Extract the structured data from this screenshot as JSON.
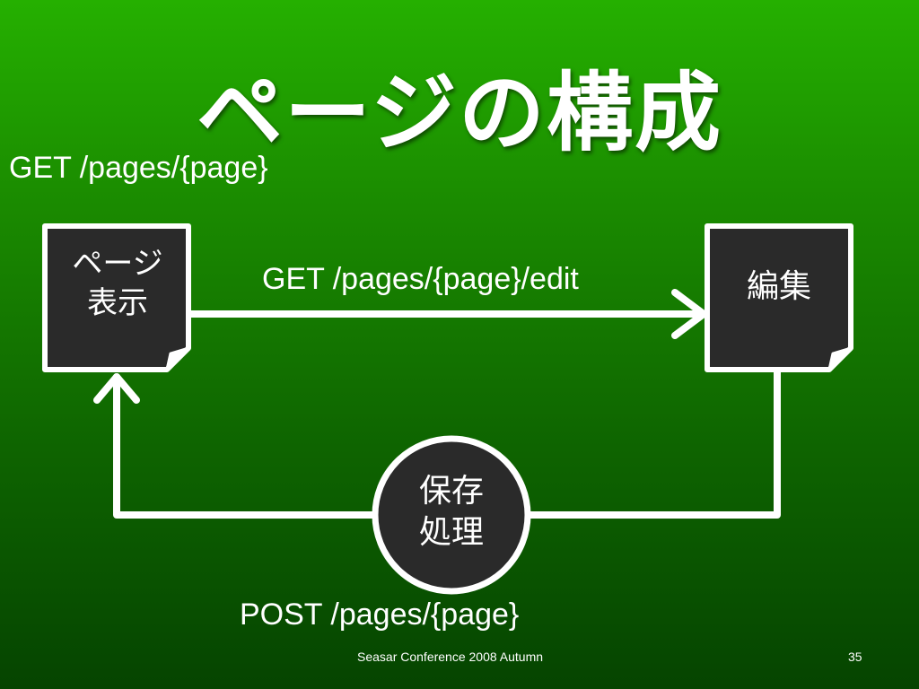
{
  "slide": {
    "title": "ページの構成",
    "footer_text": "Seasar Conference 2008 Autumn",
    "page_number": "35"
  },
  "diagram": {
    "route_top": "GET /pages/{page}",
    "nodes": {
      "page_view": "ページ\n表示",
      "edit": "編集",
      "save": "保存\n処理"
    },
    "edges": {
      "page_to_edit": "GET /pages/{page}/edit",
      "save_to_page": "POST /pages/{page}"
    }
  },
  "colors": {
    "background_top": "#25b000",
    "background_bottom": "#054400",
    "node_fill": "#2a2a2a",
    "line": "#ffffff"
  }
}
